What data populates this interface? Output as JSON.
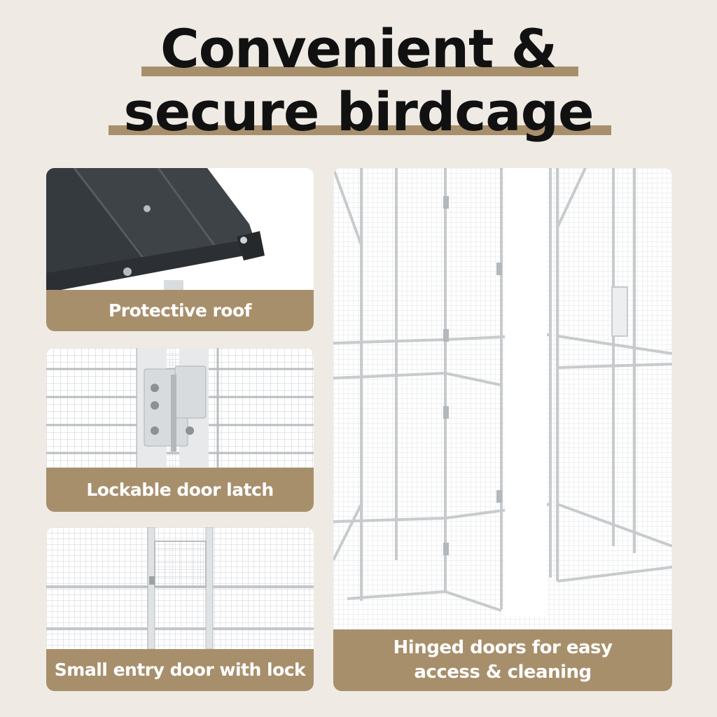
{
  "headline": {
    "line1": "Convenient &",
    "line2": "secure birdcage"
  },
  "colors": {
    "background": "#efebe4",
    "accent": "#a88f6c",
    "headline_text": "#111111",
    "caption_text": "#ffffff",
    "roof_metal": "#3e4347",
    "mesh": "#c9cccf"
  },
  "features": [
    {
      "caption": "Protective roof",
      "icon": "roof-photo"
    },
    {
      "caption": "Lockable door latch",
      "icon": "latch-photo"
    },
    {
      "caption": "Small entry door with lock",
      "icon": "entry-door-photo"
    }
  ],
  "main_feature": {
    "caption_line1": "Hinged doors for easy",
    "caption_line2": "access & cleaning",
    "icon": "hinged-door-photo"
  }
}
